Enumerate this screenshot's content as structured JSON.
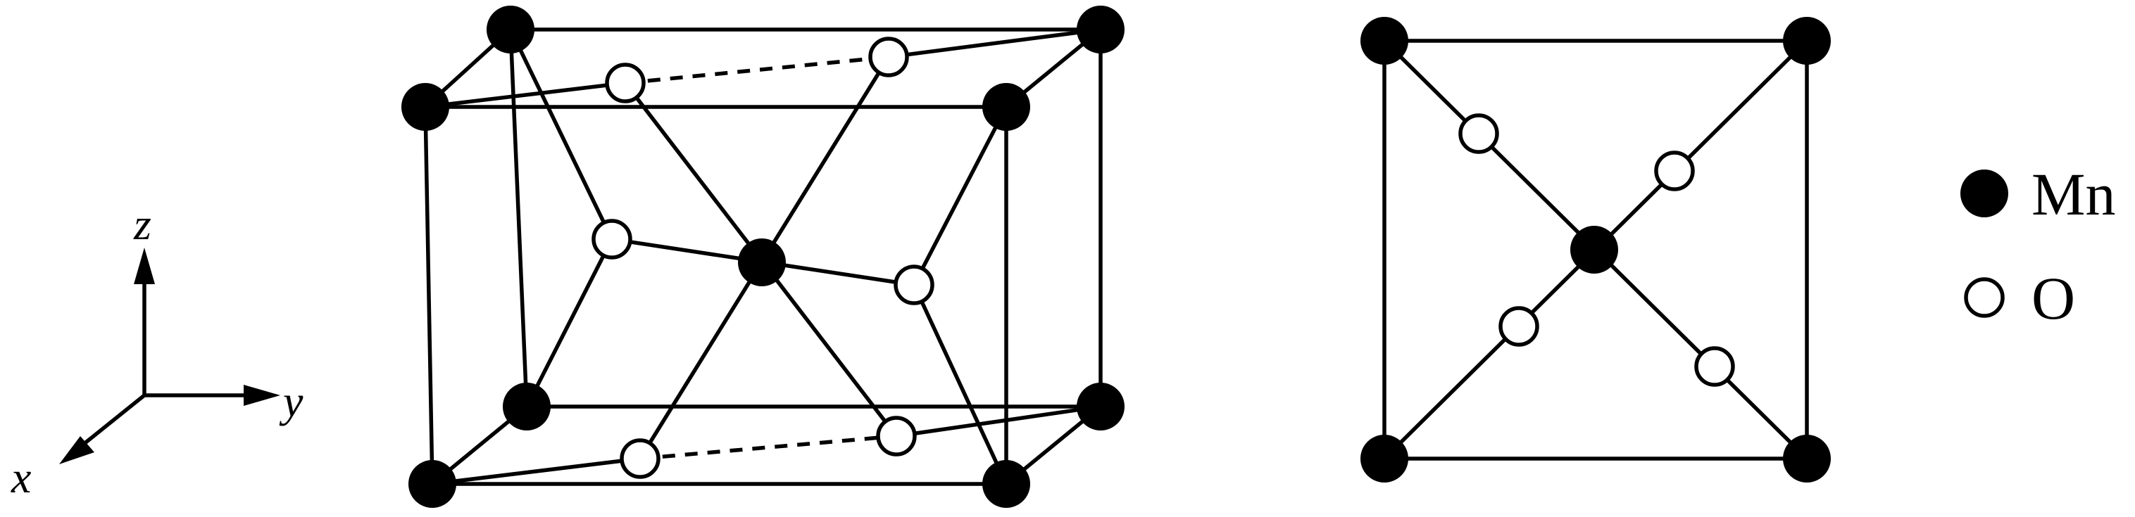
{
  "axes": {
    "z": "z",
    "y": "y",
    "x": "x"
  },
  "legend": [
    {
      "symbol": "filled-circle",
      "label": "Mn"
    },
    {
      "symbol": "open-circle",
      "label": "O"
    }
  ],
  "colors": {
    "atom_mn": "#000000",
    "atom_o": "#ffffff",
    "bond": "#000000"
  }
}
